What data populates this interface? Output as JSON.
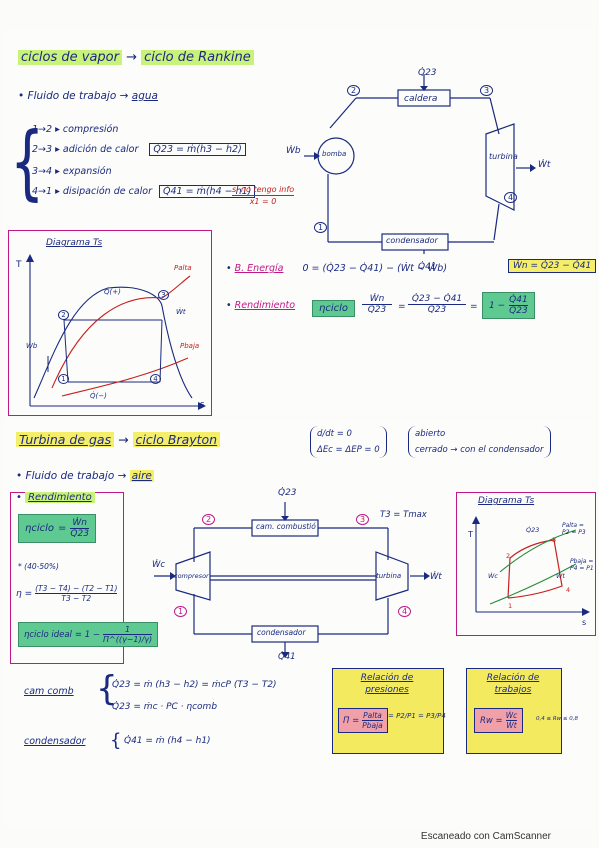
{
  "rankine": {
    "title": "ciclos de vapor",
    "subtitle": "ciclo de Rankine",
    "fluid_label": "Fluido de trabajo",
    "fluid_value": "agua",
    "processes": [
      {
        "step": "1→2",
        "desc": "compresión",
        "eq": ""
      },
      {
        "step": "2→3",
        "desc": "adición de calor",
        "eq": "Q̇23 = ṁ(h3 − h2)"
      },
      {
        "step": "3→4",
        "desc": "expansión",
        "eq": ""
      },
      {
        "step": "4→1",
        "desc": "disipación de calor",
        "eq": "Q̇41 = ṁ(h4 − h1)"
      }
    ],
    "note_red": "si no tengo info",
    "note_red_eq": "x1 = 0",
    "cycle": {
      "heat_in": "Q̇23",
      "boiler": "caldera",
      "pump": "bomba",
      "turbine": "turbina",
      "work_out": "Ẇt",
      "work_in": "Ẇb",
      "condenser": "condensador",
      "heat_out": "Q̇41",
      "points": [
        "1",
        "2",
        "3",
        "4"
      ]
    },
    "ts_diagram": {
      "title": "Diagrama Ts",
      "y_axis": "T",
      "x_axis": "s",
      "p_high": "Palta",
      "p_low": "Pbaja",
      "heat_in": "Q̇(+)",
      "heat_out": "Q̇(−)",
      "work_in": "Ẇb",
      "work_out": "Ẇt",
      "points": [
        "1",
        "2",
        "3",
        "4"
      ]
    },
    "energy_label": "B. Energía",
    "energy_eq": "0 = (Q̇23 − Q̇41) − (Ẇt − Ẇb)",
    "energy_result": "Ẇn = Q̇23 − Q̇41",
    "eff_label": "Rendimiento",
    "eff_lhs": "ηciclo",
    "eff_f1_num": "Ẇn",
    "eff_f1_den": "Q̇23",
    "eff_f2_num": "Q̇23 − Q̇41",
    "eff_f2_den": "Q̇23",
    "eff_f3_one": "1 −",
    "eff_f3_num": "Q̇41",
    "eff_f3_den": "Q̇23"
  },
  "brayton": {
    "title": "Turbina de gas",
    "subtitle": "ciclo Brayton",
    "cond1": "d/dt = 0",
    "cond2": "ΔEc = ΔEP = 0",
    "open_label": "abierto",
    "closed_label": "cerrado",
    "closed_note": "con el condensador",
    "fluid_label": "Fluido de trabajo",
    "fluid_value": "aire",
    "eff_title": "Rendimiento",
    "eff_lhs": "ηciclo",
    "eff_num": "Ẇn",
    "eff_den": "Q̇23",
    "eff_range": "(40-50%)",
    "eff_long_lhs": "η =",
    "eff_long_num": "(T3 − T4) − (T2 − T1)",
    "eff_long_den": "T3 − T2",
    "ideal_lhs": "ηciclo ideal",
    "ideal_rhs_one": "= 1 −",
    "ideal_rhs_num": "1",
    "ideal_rhs_den": "Π^((γ−1)/γ)",
    "cycle": {
      "heat_in": "Q̇23",
      "chamber": "cam. combustió",
      "t3": "T3 = Tmax",
      "compressor": "compresor",
      "turbine": "turbina",
      "work_in": "Ẇc",
      "work_out": "Ẇt",
      "condenser": "condensador",
      "heat_out": "Q̇41",
      "points": [
        "1",
        "2",
        "3",
        "4"
      ]
    },
    "ts_diagram": {
      "title": "Diagrama Ts",
      "y_axis": "T",
      "x_axis": "s",
      "heat_in": "Q̇23",
      "p_high": "Palta = P2 = P3",
      "p_low": "Pbaja = P4 = P1",
      "work_in": "Ẇc",
      "work_out": "Ẇt",
      "points": [
        "1",
        "2",
        "3",
        "4"
      ]
    },
    "cam_label": "cam comb",
    "cam_eq1": "Q̇23 = ṁ (h3 − h2) = ṁcP (T3 − T2)",
    "cam_eq2": "Q̇23 = ṁc · PC · ηcomb",
    "cond_label": "condensador",
    "cond_eq": "Q̇41 = ṁ (h4 − h1)",
    "press_title": "Relación de presiones",
    "press_lhs": "Π =",
    "press_num": "Palta",
    "press_den": "Pbaja",
    "press_eq_rest": "= P2/P1 = P3/P4",
    "work_title": "Relación de trabajos",
    "work_lhs": "Rw =",
    "work_num": "Ẇc",
    "work_den": "Ẇt",
    "work_note": "0,4 ≤ Rw ≤ 0,8"
  },
  "footer": "Escaneado con CamScanner"
}
